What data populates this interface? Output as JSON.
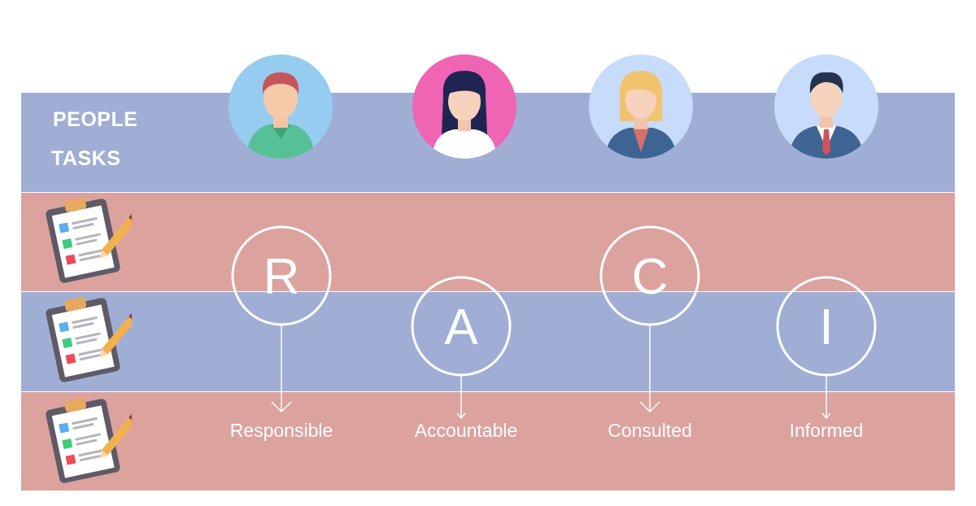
{
  "header": {
    "people_label": "PEOPLE",
    "tasks_label": "TASKS"
  },
  "colors": {
    "band_blue": "#a0aed5",
    "band_pink": "#dca29e",
    "accent_white": "#ffffff"
  },
  "people": [
    {
      "icon": "person-green-shirt-icon",
      "bg": "#96ccf0"
    },
    {
      "icon": "person-black-hair-icon",
      "bg": "#f064b4"
    },
    {
      "icon": "person-blonde-suit-icon",
      "bg": "#c6dcfa"
    },
    {
      "icon": "person-man-tie-icon",
      "bg": "#c6dcfa"
    }
  ],
  "tasks": [
    {
      "icon": "clipboard-checklist-icon"
    },
    {
      "icon": "clipboard-checklist-icon"
    },
    {
      "icon": "clipboard-checklist-icon"
    }
  ],
  "raci": [
    {
      "letter": "R",
      "label": "Responsible"
    },
    {
      "letter": "A",
      "label": "Accountable"
    },
    {
      "letter": "C",
      "label": "Consulted"
    },
    {
      "letter": "I",
      "label": "Informed"
    }
  ]
}
